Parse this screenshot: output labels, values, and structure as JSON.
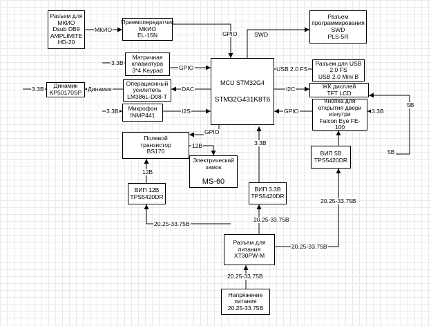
{
  "nodes": {
    "mkio_connector": "Разъем для\nМКИО\nDsub DB9\nAMPLIMITE\nHD-20",
    "mkio_transceiver": "Приемопередатчик\nМКИО\nEL-15N",
    "prog_connector": "Разъем\nпрограммирования\nSWD\nPLS-5R",
    "keypad": "Матричная\nклавиатура\n3*4 Keypad",
    "speaker": "Динамик\nKP50170SP",
    "opamp": "Операционный\nусилитель\nLM386L-D08-T",
    "microphone": "Микрофон\nINMP441",
    "mcu_line1": "MCU STM32G4",
    "mcu_line2": "STM32G431K8T6",
    "usb_connector": "Разъем для USB\n2.0 FS\nUSB 2.0 Mini B",
    "lcd": "ЖК дисплей\nTFT LCD",
    "door_button": "Кнопка для\nоткрытия двери\nизнутри\nFalcon Eye FE-\n100",
    "fet": "Полевой\nтранзистор\nBS170",
    "lock_line1": "Электрический\nзамок",
    "lock_line2": "MS-60",
    "vip12": "ВИП 12В\nTPS5420DR",
    "vip33": "ВИП 3.3В\nTPS5420DR",
    "vip5": "ВИП 5В\nTPS5420DR",
    "power_connector": "Разъем для\nпитания\nXT30PW-M",
    "supply_voltage": "Напряжение\nпитания\n20.25-33.75В"
  },
  "labels": {
    "mkio1": "МКИО",
    "gpio_top": "GPIO",
    "swd": "SWD",
    "v33_keypad": "3.3В",
    "gpio_keypad": "GPIO",
    "usb": "USB 2.0 FS",
    "v33_speaker": "3.3В",
    "dinamik": "Динамик",
    "dac": "DAC",
    "i2c": "I2C",
    "v33_mic": "3.3В",
    "i2s": "I2S",
    "gpio_button": "GPIO",
    "v33_button": "3.3В",
    "v5_right": "5В",
    "gpio_fet": "GPIO",
    "v12_fet_lock": "12В",
    "v33_mcu": "3.3В",
    "v5_vip": "5В",
    "v12_vip": "12В",
    "range_vip5": "20.25-33.75В",
    "range_left": "20.25-33.75В",
    "range_vip33": "20.25-33.75В",
    "range_right": "20.25-33.75В",
    "range_supply": "20.25-33.75В"
  }
}
